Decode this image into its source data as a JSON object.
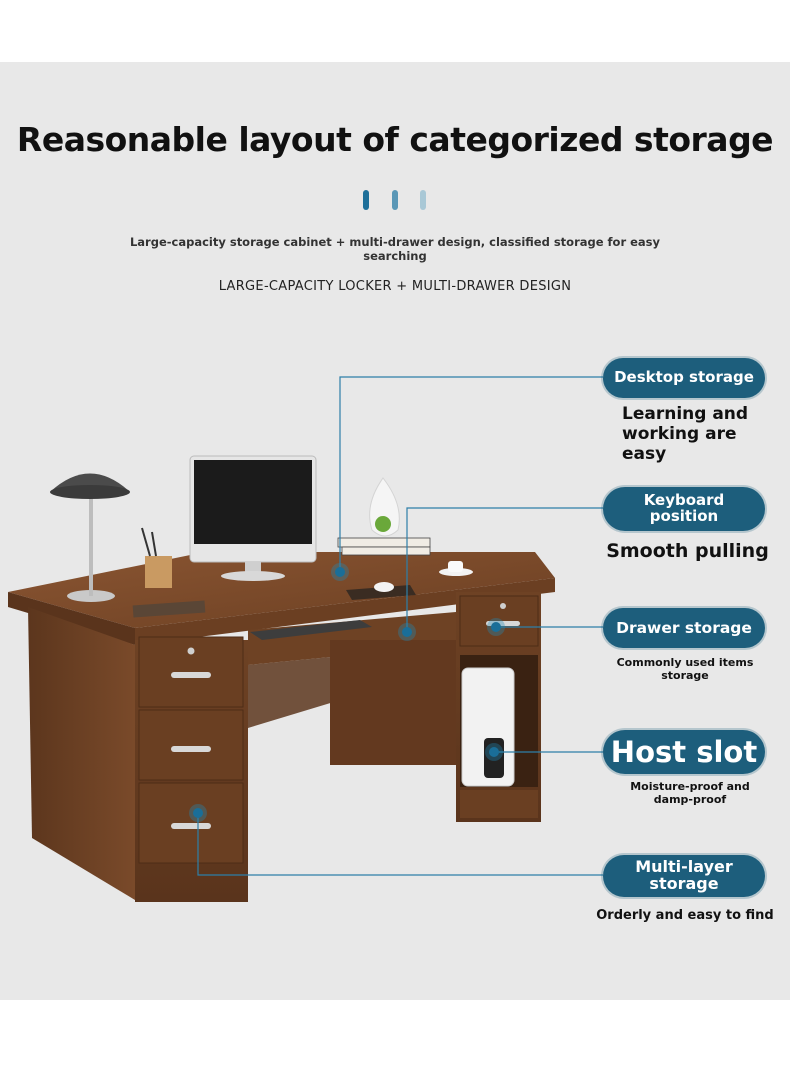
{
  "header": {
    "title": "Reasonable layout of categorized storage",
    "subtitle": "Large-capacity storage cabinet + multi-drawer design, classified storage for easy searching",
    "caption": "LARGE-CAPACITY LOCKER + MULTI-DRAWER DESIGN"
  },
  "colors": {
    "accent": "#1d5e7c",
    "wood": "#7a4a2a",
    "background": "#e8e8e8"
  },
  "features": [
    {
      "label": "Desktop storage",
      "desc": "Learning and working are easy"
    },
    {
      "label": "Keyboard position",
      "desc": "Smooth pulling"
    },
    {
      "label": "Drawer storage",
      "desc": "Commonly used items storage"
    },
    {
      "label": "Host slot",
      "desc": "Moisture-proof and damp-proof"
    },
    {
      "label": "Multi-layer storage",
      "desc": "Orderly and easy to find"
    }
  ]
}
